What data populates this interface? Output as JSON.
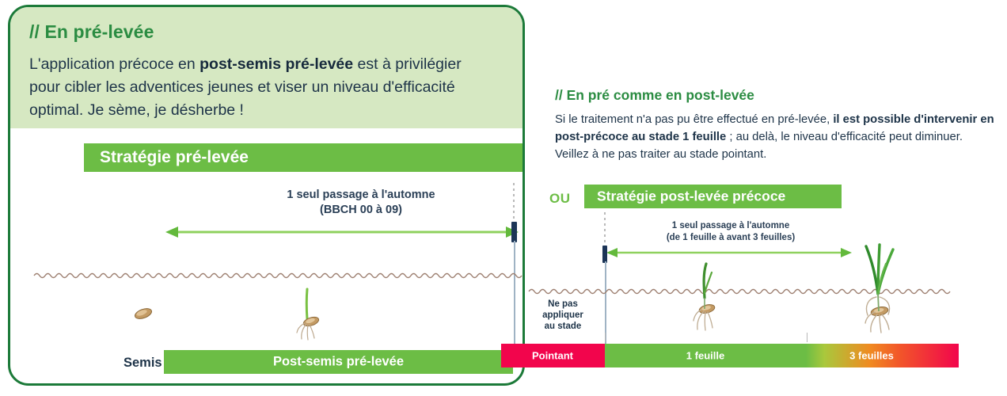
{
  "left_panel": {
    "heading": "// En pré-levée",
    "body_parts": [
      {
        "text": "L'application précoce en ",
        "bold": false
      },
      {
        "text": "post-semis pré-levée",
        "bold": true
      },
      {
        "text": " est à privilégier pour cibler les adventices jeunes et viser un niveau d'efficacité optimal. Je sème, je désherbe !",
        "bold": false
      }
    ],
    "strategy_bar_label": "Stratégie pré-levée",
    "caption_line1": "1 seul passage à l'automne",
    "caption_line2": "(BBCH 00 à 09)",
    "semis_label": "Semis",
    "timeline_bar_label": "Post-semis pré-levée"
  },
  "right_panel": {
    "heading": "// En pré comme en post-levée",
    "body_parts": [
      {
        "text": "Si le traitement n'a pas pu être effectué en pré-levée, ",
        "bold": false
      },
      {
        "text": "il est possible d'intervenir en post-précoce au stade 1 feuille",
        "bold": true
      },
      {
        "text": " ; au delà, le niveau d'efficacité peut diminuer. Veillez à ne pas traiter au stade pointant.",
        "bold": false
      }
    ],
    "or_label": "OU",
    "strategy_bar_label": "Stratégie post-levée précoce",
    "caption_line1": "1 seul passage à l'automne",
    "caption_line2": "(de 1 feuille à avant 3 feuilles)",
    "warning_line1": "Ne pas",
    "warning_line2": "appliquer",
    "warning_line3": "au stade"
  },
  "stages": [
    {
      "label": "Pointant",
      "color": "#f2054c"
    },
    {
      "label": "1 feuille",
      "color": "#6cbd45"
    },
    {
      "label": "3 feuilles",
      "color": "#f08a21"
    }
  ],
  "colors": {
    "brand_green": "#6cbd45",
    "dark_green_border": "#1c7a39",
    "heading_green": "#2b8c42",
    "light_green_fill": "#d6e8c2",
    "text_navy": "#1d3348",
    "pink": "#f2054c",
    "orange": "#f08a21",
    "marker_navy": "#1c3557",
    "soil_brown": "#9d7f70",
    "arrow_green": "#6cbd45"
  }
}
